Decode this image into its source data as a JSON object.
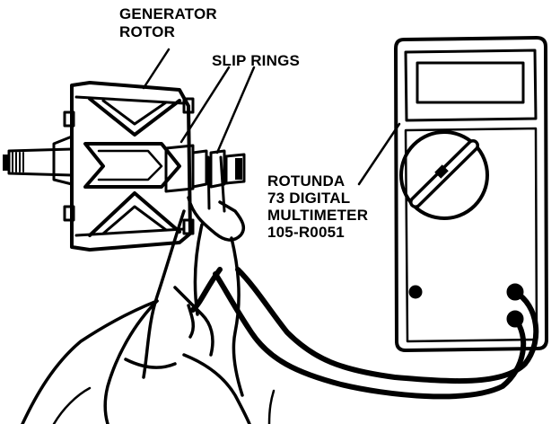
{
  "labels": {
    "generator_rotor": [
      "GENERATOR",
      "ROTOR"
    ],
    "slip_rings": "SLIP RINGS",
    "multimeter": [
      "ROTUNDA",
      "73 DIGITAL",
      "MULTIMETER",
      "105-R0051"
    ]
  },
  "colors": {
    "ink": "#000000",
    "paper": "#ffffff"
  }
}
